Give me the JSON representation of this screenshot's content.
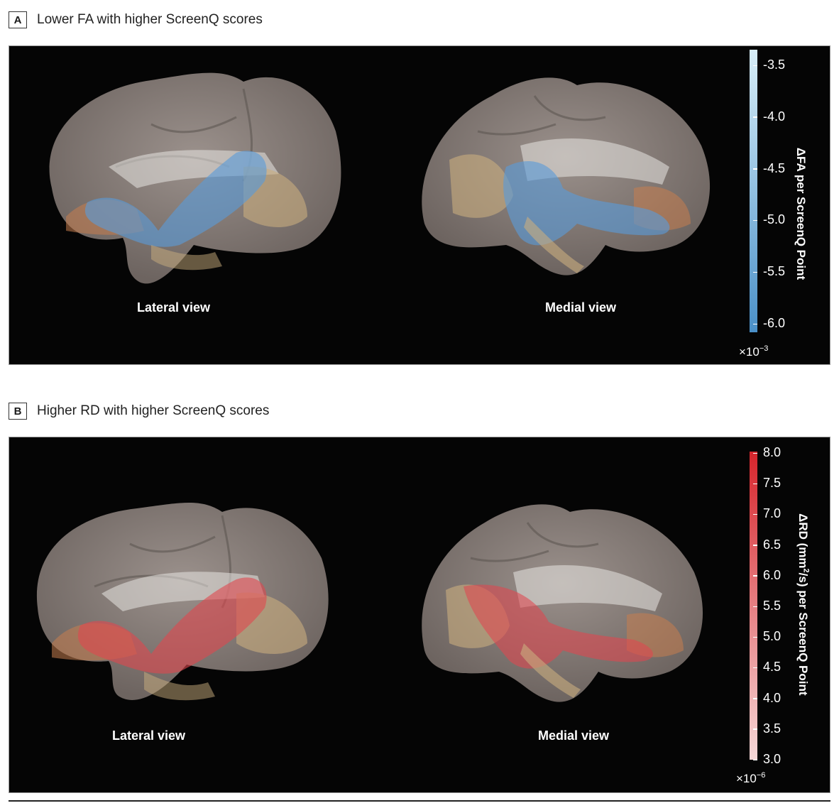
{
  "panel_a": {
    "letter": "A",
    "title": "Lower FA with higher ScreenQ scores",
    "view_left": "Lateral view",
    "view_right": "Medial view",
    "colorbar": {
      "label": "ΔFA per ScreenQ Point",
      "ticks": [
        "-3.5",
        "-4.0",
        "-4.5",
        "-5.0",
        "-5.5",
        "-6.0"
      ],
      "exponent_base": "×10",
      "exponent_power": "−3",
      "color_top": "#d8eef8",
      "color_bottom": "#4a90c8"
    },
    "overlay_color": "#5a9bd8"
  },
  "panel_b": {
    "letter": "B",
    "title": "Higher RD with higher ScreenQ scores",
    "view_left": "Lateral view",
    "view_right": "Medial view",
    "colorbar": {
      "label_before": "ΔRD (mm",
      "label_sup": "2",
      "label_after": "/s) per ScreenQ Point",
      "ticks": [
        "8.0",
        "7.5",
        "7.0",
        "6.5",
        "6.0",
        "5.5",
        "5.0",
        "4.5",
        "4.0",
        "3.5",
        "3.0"
      ],
      "exponent_base": "×10",
      "exponent_power": "−6",
      "color_top": "#d6252c",
      "color_bottom": "#f6d8d8"
    },
    "overlay_color": "#e0474f"
  },
  "colors": {
    "panel_bg": "#050505",
    "brain_surface": "#8a7f7a",
    "tract_white": "#e8e6e2",
    "tract_tan": "#c9ad7e",
    "tract_orange": "#c77e4e"
  }
}
